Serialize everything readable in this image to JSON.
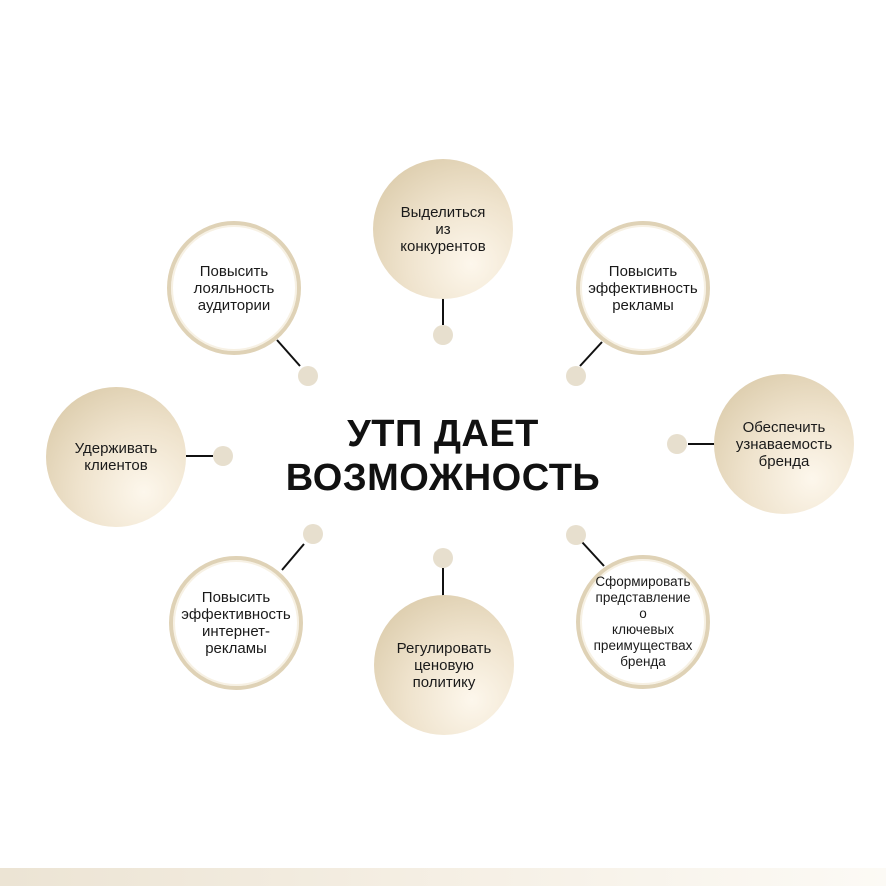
{
  "center_title": [
    "УТП ДАЕТ",
    "ВОЗМОЖНОСТЬ"
  ],
  "nodes": [
    {
      "lines": [
        "Выделиться",
        "из",
        "конкурентов"
      ]
    },
    {
      "lines": [
        "Повысить",
        "эффективность",
        "рекламы"
      ]
    },
    {
      "lines": [
        "Обеспечить",
        "узнаваемость",
        "бренда"
      ]
    },
    {
      "lines": [
        "Сформировать",
        "представление о",
        "ключевых",
        "преимуществах",
        "бренда"
      ]
    },
    {
      "lines": [
        "Регулировать",
        "ценовую",
        "политику"
      ]
    },
    {
      "lines": [
        "Повысить",
        "эффективность",
        "интернет-",
        "рекламы"
      ]
    },
    {
      "lines": [
        "Удерживать",
        "клиентов"
      ]
    },
    {
      "lines": [
        "Повысить",
        "лояльность",
        "аудитории"
      ]
    }
  ],
  "colors": {
    "accent_light": "#efe3cd",
    "accent_dark": "#d5c4a0",
    "ring": "#dfd2b6",
    "dot": "#e7dfce",
    "connector": "#111111"
  }
}
